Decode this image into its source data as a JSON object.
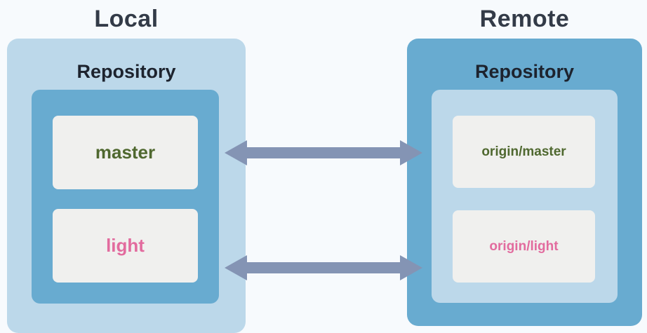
{
  "diagram": {
    "local": {
      "title": "Local",
      "repository_label": "Repository",
      "branches": [
        {
          "name": "master",
          "color": "green"
        },
        {
          "name": "light",
          "color": "pink"
        }
      ]
    },
    "remote": {
      "title": "Remote",
      "repository_label": "Repository",
      "branches": [
        {
          "name": "origin/master",
          "color": "green"
        },
        {
          "name": "origin/light",
          "color": "pink"
        }
      ]
    },
    "arrows": [
      {
        "name": "sync-arrow-top",
        "type": "double-headed"
      },
      {
        "name": "sync-arrow-bottom",
        "type": "double-headed"
      }
    ]
  },
  "colors": {
    "page-bg": "#f7fafd",
    "panel-light-blue": "#bcd8ea",
    "panel-medium-blue": "#68abd0",
    "node-bg": "#f0f0ee",
    "title-text": "#333b48",
    "label-text": "#1d232e",
    "branch-green": "#4f682f",
    "branch-pink": "#e26b9e",
    "arrow": "#8494b4"
  }
}
